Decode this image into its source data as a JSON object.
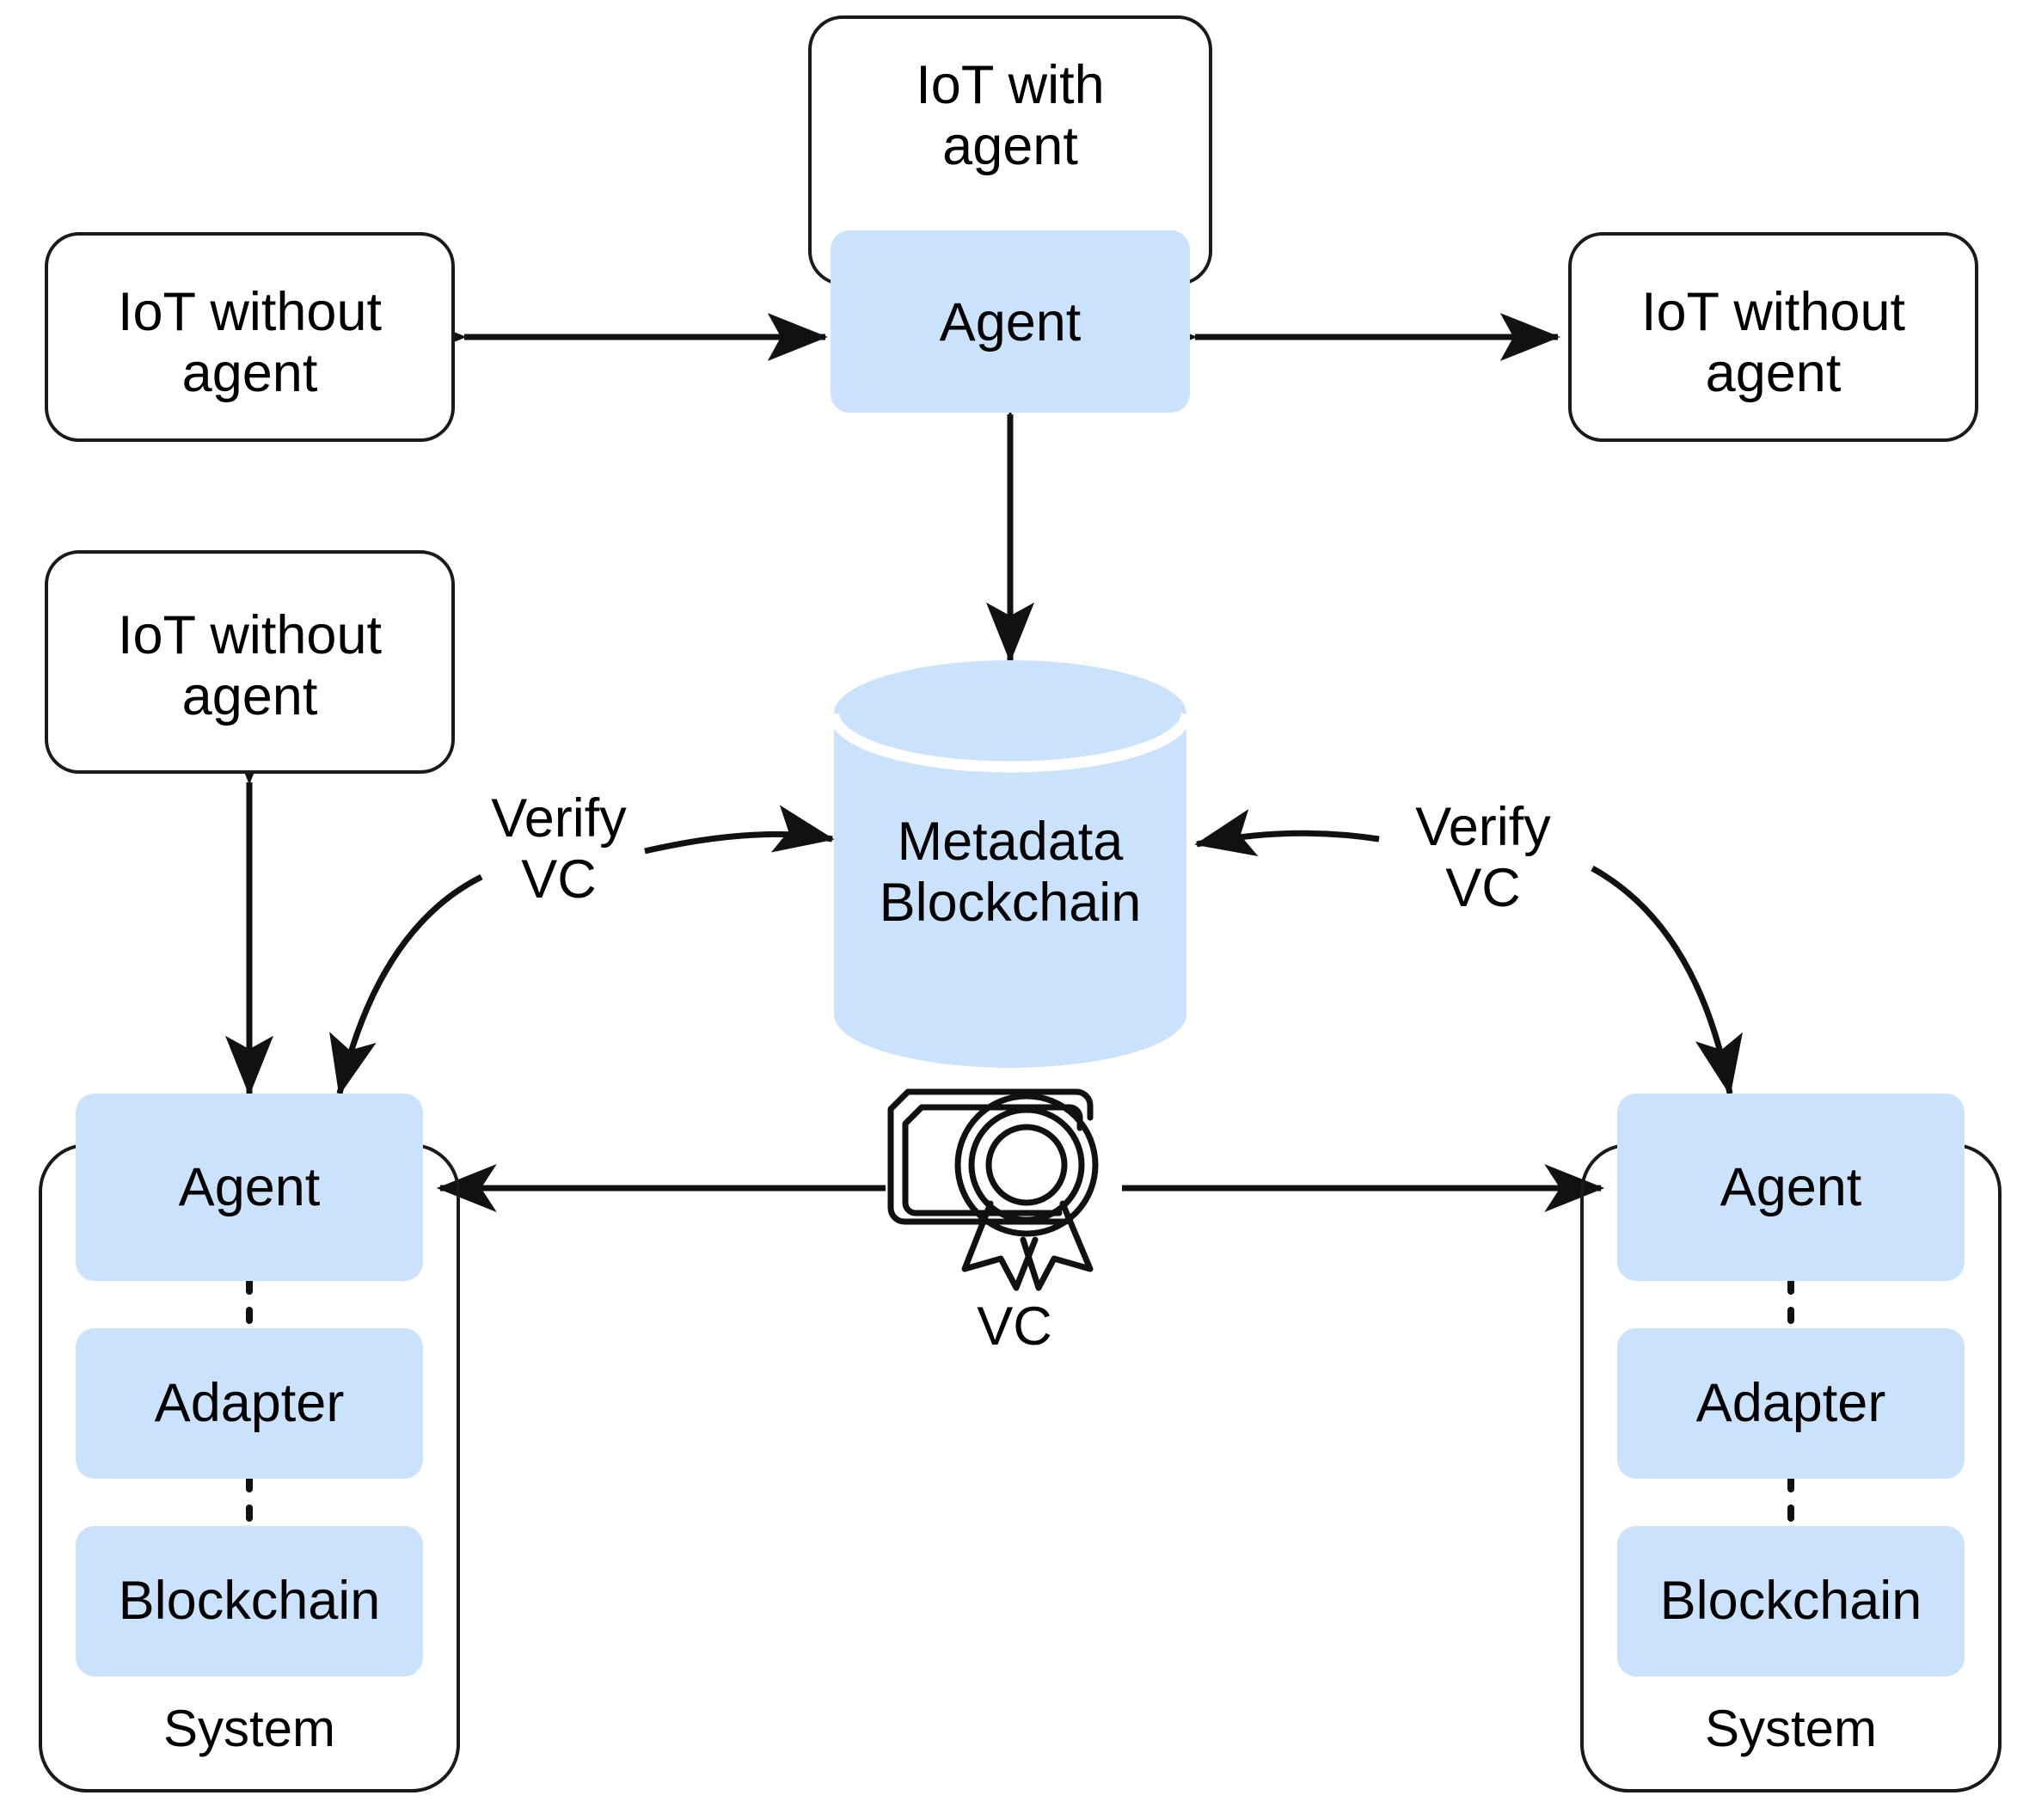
{
  "diagram": {
    "title_text": "",
    "colors": {
      "node_fill_blue": "#cbe2fc",
      "node_fill_white": "#ffffff",
      "stroke": "#1a1a1a",
      "text": "#000000",
      "cylinder_fill": "#cbe2fc",
      "cylinder_separator": "#ffffff"
    },
    "nodes": {
      "iot_with_agent": {
        "label": "IoT with\nagent"
      },
      "top_center_agent": {
        "label": "Agent"
      },
      "iot_without_agent_left_top": {
        "label": "IoT without\nagent"
      },
      "iot_without_agent_right_top": {
        "label": "IoT without\nagent"
      },
      "iot_without_agent_left_mid": {
        "label": "IoT without\nagent"
      },
      "metadata_blockchain": {
        "label": "Metadata\nBlockchain"
      },
      "left_system": {
        "agent": "Agent",
        "adapter": "Adapter",
        "blockchain": "Blockchain",
        "system": "System"
      },
      "right_system": {
        "agent": "Agent",
        "adapter": "Adapter",
        "blockchain": "Blockchain",
        "system": "System"
      },
      "vc_credential": {
        "label": "VC",
        "icon": "certificate-seal-icon"
      }
    },
    "edge_labels": {
      "verify_vc_left": "Verify\nVC",
      "verify_vc_right": "Verify\nVC"
    },
    "edges": [
      {
        "from": "iot_without_agent_left_top",
        "to": "top_center_agent",
        "kind": "bidirectional",
        "label": ""
      },
      {
        "from": "iot_without_agent_right_top",
        "to": "top_center_agent",
        "kind": "bidirectional",
        "label": ""
      },
      {
        "from": "top_center_agent",
        "to": "metadata_blockchain",
        "kind": "bidirectional",
        "label": ""
      },
      {
        "from": "left_system_agent",
        "to": "metadata_blockchain",
        "kind": "directed",
        "label": "Verify VC"
      },
      {
        "from": "left_verify_vc",
        "to": "left_system_agent",
        "kind": "directed-curved",
        "label": ""
      },
      {
        "from": "right_system_agent",
        "to": "metadata_blockchain",
        "kind": "directed",
        "label": "Verify VC"
      },
      {
        "from": "right_verify_vc",
        "to": "right_system_agent",
        "kind": "directed-curved",
        "label": ""
      },
      {
        "from": "iot_without_agent_left_mid",
        "to": "left_system_agent",
        "kind": "bidirectional",
        "label": ""
      },
      {
        "from": "vc_credential",
        "to": "left_system_agent",
        "kind": "directed",
        "label": ""
      },
      {
        "from": "vc_credential",
        "to": "right_system_agent",
        "kind": "directed",
        "label": ""
      }
    ]
  }
}
